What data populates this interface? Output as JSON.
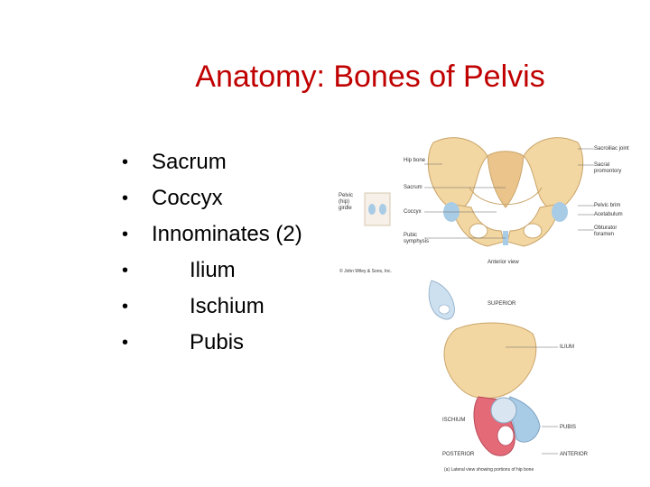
{
  "title": "Anatomy: Bones of Pelvis",
  "bullets": [
    {
      "text": "Sacrum",
      "level": 1
    },
    {
      "text": "Coccyx",
      "level": 1
    },
    {
      "text": "Innominates (2)",
      "level": 1
    },
    {
      "text": "Ilium",
      "level": 2
    },
    {
      "text": "Ischium",
      "level": 2
    },
    {
      "text": "Pubis",
      "level": 2
    }
  ],
  "pelvis_figure": {
    "left_labels": {
      "hip_bone": "Hip bone",
      "sacrum": "Sacrum",
      "coccyx": "Coccyx",
      "pubic_symphysis": "Pubic symphysis"
    },
    "right_labels": {
      "sacroiliac_joint": "Sacroiliac joint",
      "sacral_promontory": "Sacral promontory",
      "pelvic_brim": "Pelvic brim",
      "acetabulum": "Acetabulum",
      "obturator_foramen": "Obturator foramen"
    },
    "inset_label": "Pelvic (hip) girdle",
    "caption": "Anterior view",
    "copyright": "© John Wiley & Sons, Inc."
  },
  "hip_figure": {
    "labels": {
      "superior": "SUPERIOR",
      "ilium": "ILIUM",
      "ischium": "ISCHIUM",
      "pubis": "PUBIS",
      "posterior": "POSTERIOR",
      "anterior": "ANTERIOR"
    },
    "caption": "(a) Lateral view showing portions of hip bone"
  },
  "colors": {
    "title": "#c00000",
    "bone": "#f3d7a2",
    "acetabulum": "#a8cbe6",
    "ischium": "#e46a78"
  }
}
